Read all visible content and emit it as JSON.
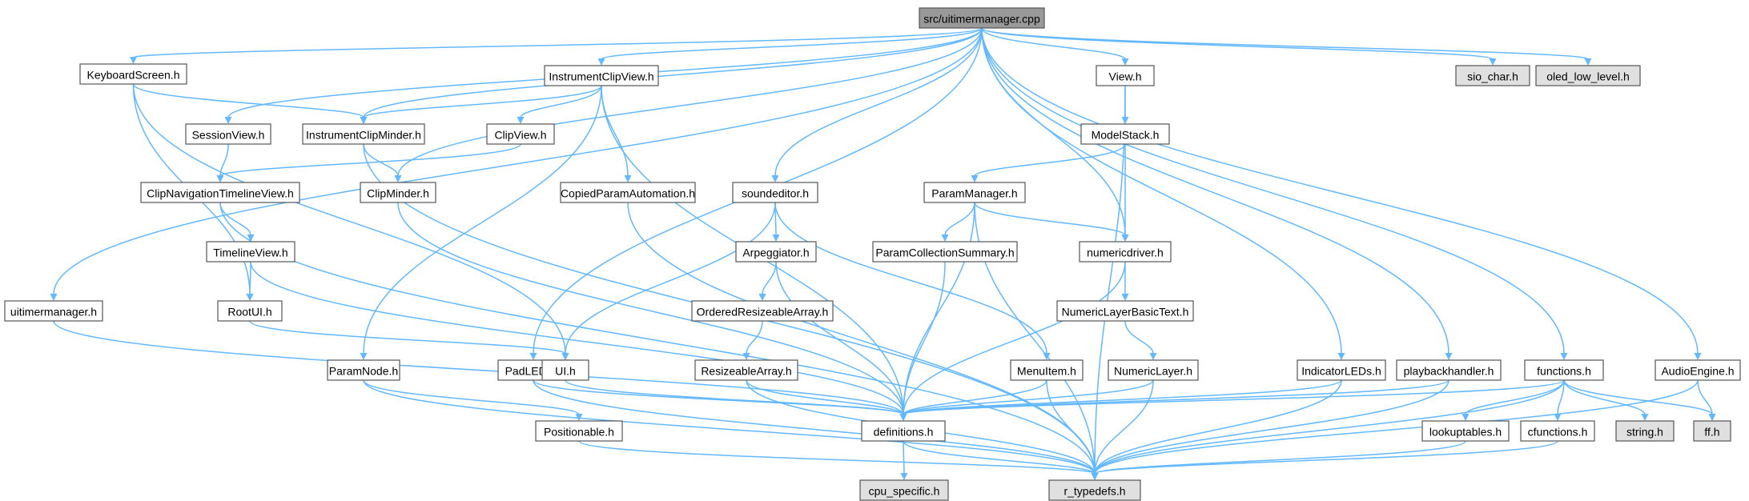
{
  "colors": {
    "edge": "#63b8ff",
    "border": "#555555",
    "node_fill": "#ffffff",
    "root_fill": "#999999",
    "external_fill": "#e0e0e0"
  },
  "nodes": [
    {
      "id": "root",
      "label": "src/uitimermanager.cpp",
      "kind": "root"
    },
    {
      "id": "uitimermanager_h",
      "label": "uitimermanager.h",
      "kind": "normal"
    },
    {
      "id": "KeyboardScreen_h",
      "label": "KeyboardScreen.h",
      "kind": "normal"
    },
    {
      "id": "SessionView_h",
      "label": "SessionView.h",
      "kind": "normal"
    },
    {
      "id": "InstrumentClipMinder_h",
      "label": "InstrumentClipMinder.h",
      "kind": "normal"
    },
    {
      "id": "InstrumentClipView_h",
      "label": "InstrumentClipView.h",
      "kind": "normal"
    },
    {
      "id": "ClipView_h",
      "label": "ClipView.h",
      "kind": "normal"
    },
    {
      "id": "ClipNavigationTimelineView_h",
      "label": "ClipNavigationTimelineView.h",
      "kind": "normal"
    },
    {
      "id": "ClipMinder_h",
      "label": "ClipMinder.h",
      "kind": "normal"
    },
    {
      "id": "CopiedParamAutomation_h",
      "label": "CopiedParamAutomation.h",
      "kind": "normal"
    },
    {
      "id": "TimelineView_h",
      "label": "TimelineView.h",
      "kind": "normal"
    },
    {
      "id": "RootUI_h",
      "label": "RootUI.h",
      "kind": "normal"
    },
    {
      "id": "ParamNode_h",
      "label": "ParamNode.h",
      "kind": "normal"
    },
    {
      "id": "PadLEDs_h",
      "label": "PadLEDs.h",
      "kind": "normal"
    },
    {
      "id": "UI_h",
      "label": "UI.h",
      "kind": "normal"
    },
    {
      "id": "Positionable_h",
      "label": "Positionable.h",
      "kind": "normal"
    },
    {
      "id": "soundeditor_h",
      "label": "soundeditor.h",
      "kind": "normal"
    },
    {
      "id": "Arpeggiator_h",
      "label": "Arpeggiator.h",
      "kind": "normal"
    },
    {
      "id": "OrderedResizeableArray_h",
      "label": "OrderedResizeableArray.h",
      "kind": "normal"
    },
    {
      "id": "ResizeableArray_h",
      "label": "ResizeableArray.h",
      "kind": "normal"
    },
    {
      "id": "View_h",
      "label": "View.h",
      "kind": "normal"
    },
    {
      "id": "ModelStack_h",
      "label": "ModelStack.h",
      "kind": "normal"
    },
    {
      "id": "ParamManager_h",
      "label": "ParamManager.h",
      "kind": "normal"
    },
    {
      "id": "ParamCollectionSummary_h",
      "label": "ParamCollectionSummary.h",
      "kind": "normal"
    },
    {
      "id": "numericdriver_h",
      "label": "numericdriver.h",
      "kind": "normal"
    },
    {
      "id": "NumericLayerBasicText_h",
      "label": "NumericLayerBasicText.h",
      "kind": "normal"
    },
    {
      "id": "NumericLayer_h",
      "label": "NumericLayer.h",
      "kind": "normal"
    },
    {
      "id": "MenuItem_h",
      "label": "MenuItem.h",
      "kind": "normal"
    },
    {
      "id": "definitions_h",
      "label": "definitions.h",
      "kind": "normal"
    },
    {
      "id": "cpu_specific_h",
      "label": "cpu_specific.h",
      "kind": "external"
    },
    {
      "id": "r_typedefs_h",
      "label": "r_typedefs.h",
      "kind": "external"
    },
    {
      "id": "IndicatorLEDs_h",
      "label": "IndicatorLEDs.h",
      "kind": "normal"
    },
    {
      "id": "playbackhandler_h",
      "label": "playbackhandler.h",
      "kind": "normal"
    },
    {
      "id": "functions_h",
      "label": "functions.h",
      "kind": "normal"
    },
    {
      "id": "lookuptables_h",
      "label": "lookuptables.h",
      "kind": "normal"
    },
    {
      "id": "cfunctions_h",
      "label": "cfunctions.h",
      "kind": "normal"
    },
    {
      "id": "string_h",
      "label": "string.h",
      "kind": "external"
    },
    {
      "id": "ff_h",
      "label": "ff.h",
      "kind": "external"
    },
    {
      "id": "AudioEngine_h",
      "label": "AudioEngine.h",
      "kind": "normal"
    },
    {
      "id": "sio_char_h",
      "label": "sio_char.h",
      "kind": "external"
    },
    {
      "id": "oled_low_level_h",
      "label": "oled_low_level.h",
      "kind": "external"
    }
  ],
  "edges": [
    [
      "root",
      "uitimermanager_h"
    ],
    [
      "root",
      "KeyboardScreen_h"
    ],
    [
      "root",
      "SessionView_h"
    ],
    [
      "root",
      "InstrumentClipMinder_h"
    ],
    [
      "root",
      "InstrumentClipView_h"
    ],
    [
      "root",
      "ClipMinder_h"
    ],
    [
      "root",
      "PadLEDs_h"
    ],
    [
      "root",
      "soundeditor_h"
    ],
    [
      "root",
      "View_h"
    ],
    [
      "root",
      "numericdriver_h"
    ],
    [
      "root",
      "IndicatorLEDs_h"
    ],
    [
      "root",
      "playbackhandler_h"
    ],
    [
      "root",
      "functions_h"
    ],
    [
      "root",
      "AudioEngine_h"
    ],
    [
      "root",
      "sio_char_h"
    ],
    [
      "root",
      "oled_low_level_h"
    ],
    [
      "uitimermanager_h",
      "definitions_h"
    ],
    [
      "KeyboardScreen_h",
      "InstrumentClipMinder_h"
    ],
    [
      "KeyboardScreen_h",
      "RootUI_h"
    ],
    [
      "KeyboardScreen_h",
      "UI_h"
    ],
    [
      "SessionView_h",
      "ClipNavigationTimelineView_h"
    ],
    [
      "InstrumentClipMinder_h",
      "ClipMinder_h"
    ],
    [
      "InstrumentClipMinder_h",
      "r_typedefs_h"
    ],
    [
      "InstrumentClipView_h",
      "InstrumentClipMinder_h"
    ],
    [
      "InstrumentClipView_h",
      "ClipView_h"
    ],
    [
      "InstrumentClipView_h",
      "CopiedParamAutomation_h"
    ],
    [
      "InstrumentClipView_h",
      "ParamNode_h"
    ],
    [
      "InstrumentClipView_h",
      "definitions_h"
    ],
    [
      "ClipView_h",
      "ClipNavigationTimelineView_h"
    ],
    [
      "ClipNavigationTimelineView_h",
      "TimelineView_h"
    ],
    [
      "ClipNavigationTimelineView_h",
      "r_typedefs_h"
    ],
    [
      "ClipMinder_h",
      "definitions_h"
    ],
    [
      "CopiedParamAutomation_h",
      "r_typedefs_h"
    ],
    [
      "TimelineView_h",
      "RootUI_h"
    ],
    [
      "TimelineView_h",
      "definitions_h"
    ],
    [
      "RootUI_h",
      "UI_h"
    ],
    [
      "ParamNode_h",
      "Positionable_h"
    ],
    [
      "ParamNode_h",
      "r_typedefs_h"
    ],
    [
      "PadLEDs_h",
      "definitions_h"
    ],
    [
      "PadLEDs_h",
      "r_typedefs_h"
    ],
    [
      "UI_h",
      "definitions_h"
    ],
    [
      "Positionable_h",
      "r_typedefs_h"
    ],
    [
      "soundeditor_h",
      "Arpeggiator_h"
    ],
    [
      "soundeditor_h",
      "UI_h"
    ],
    [
      "soundeditor_h",
      "MenuItem_h"
    ],
    [
      "Arpeggiator_h",
      "OrderedResizeableArray_h"
    ],
    [
      "Arpeggiator_h",
      "definitions_h"
    ],
    [
      "OrderedResizeableArray_h",
      "ResizeableArray_h"
    ],
    [
      "ResizeableArray_h",
      "definitions_h"
    ],
    [
      "ResizeableArray_h",
      "r_typedefs_h"
    ],
    [
      "View_h",
      "ModelStack_h"
    ],
    [
      "View_h",
      "r_typedefs_h"
    ],
    [
      "ModelStack_h",
      "ParamManager_h"
    ],
    [
      "ModelStack_h",
      "numericdriver_h"
    ],
    [
      "ParamManager_h",
      "ParamCollectionSummary_h"
    ],
    [
      "ParamManager_h",
      "numericdriver_h"
    ],
    [
      "ParamManager_h",
      "definitions_h"
    ],
    [
      "ParamManager_h",
      "r_typedefs_h"
    ],
    [
      "ParamCollectionSummary_h",
      "definitions_h"
    ],
    [
      "numericdriver_h",
      "NumericLayerBasicText_h"
    ],
    [
      "numericdriver_h",
      "definitions_h"
    ],
    [
      "NumericLayerBasicText_h",
      "NumericLayer_h"
    ],
    [
      "NumericLayer_h",
      "definitions_h"
    ],
    [
      "NumericLayer_h",
      "r_typedefs_h"
    ],
    [
      "MenuItem_h",
      "definitions_h"
    ],
    [
      "MenuItem_h",
      "r_typedefs_h"
    ],
    [
      "definitions_h",
      "cpu_specific_h"
    ],
    [
      "definitions_h",
      "r_typedefs_h"
    ],
    [
      "IndicatorLEDs_h",
      "definitions_h"
    ],
    [
      "IndicatorLEDs_h",
      "r_typedefs_h"
    ],
    [
      "playbackhandler_h",
      "definitions_h"
    ],
    [
      "playbackhandler_h",
      "r_typedefs_h"
    ],
    [
      "functions_h",
      "definitions_h"
    ],
    [
      "functions_h",
      "lookuptables_h"
    ],
    [
      "functions_h",
      "cfunctions_h"
    ],
    [
      "functions_h",
      "string_h"
    ],
    [
      "functions_h",
      "ff_h"
    ],
    [
      "functions_h",
      "r_typedefs_h"
    ],
    [
      "lookuptables_h",
      "r_typedefs_h"
    ],
    [
      "cfunctions_h",
      "r_typedefs_h"
    ],
    [
      "AudioEngine_h",
      "ff_h"
    ],
    [
      "AudioEngine_h",
      "r_typedefs_h"
    ]
  ]
}
